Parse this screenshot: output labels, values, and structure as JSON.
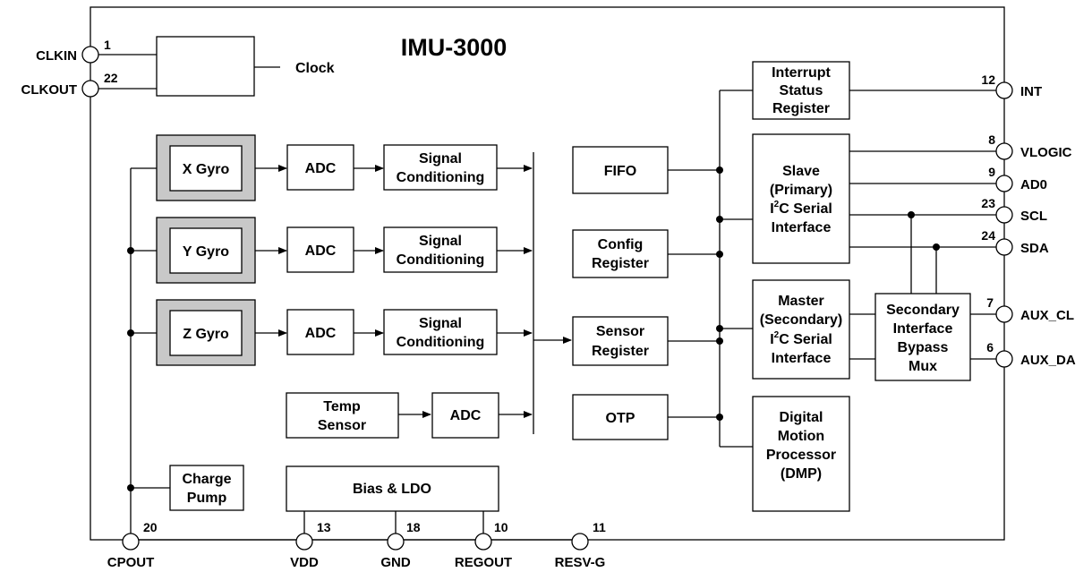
{
  "title": "IMU-3000",
  "blocks": {
    "clock": "Clock",
    "x_gyro": "X Gyro",
    "y_gyro": "Y Gyro",
    "z_gyro": "Z Gyro",
    "adc": "ADC",
    "signal_conditioning": [
      "Signal",
      "Conditioning"
    ],
    "temp_sensor": [
      "Temp",
      "Sensor"
    ],
    "charge_pump": [
      "Charge",
      "Pump"
    ],
    "bias_ldo": "Bias & LDO",
    "fifo": "FIFO",
    "config_register": [
      "Config",
      "Register"
    ],
    "sensor_register": [
      "Sensor",
      "Register"
    ],
    "otp": "OTP",
    "interrupt_status_register": [
      "Interrupt",
      "Status",
      "Register"
    ],
    "slave_interface": [
      "Slave",
      "(Primary)",
      "I",
      "2",
      "C Serial",
      "Interface"
    ],
    "master_interface": [
      "Master",
      "(Secondary)",
      "I",
      "2",
      "C Serial",
      "Interface"
    ],
    "bypass_mux": [
      "Secondary",
      "Interface",
      "Bypass",
      "Mux"
    ],
    "dmp": [
      "Digital",
      "Motion",
      "Processor",
      "(DMP)"
    ]
  },
  "pins": {
    "clkin": {
      "name": "CLKIN",
      "number": "1"
    },
    "clkout": {
      "name": "CLKOUT",
      "number": "22"
    },
    "int": {
      "name": "INT",
      "number": "12"
    },
    "vlogic": {
      "name": "VLOGIC",
      "number": "8"
    },
    "ad0": {
      "name": "AD0",
      "number": "9"
    },
    "scl": {
      "name": "SCL",
      "number": "23"
    },
    "sda": {
      "name": "SDA",
      "number": "24"
    },
    "aux_cl": {
      "name": "AUX_CL",
      "number": "7"
    },
    "aux_da": {
      "name": "AUX_DA",
      "number": "6"
    },
    "cpout": {
      "name": "CPOUT",
      "number": "20"
    },
    "vdd": {
      "name": "VDD",
      "number": "13"
    },
    "gnd": {
      "name": "GND",
      "number": "18"
    },
    "regout": {
      "name": "REGOUT",
      "number": "10"
    },
    "resv_g": {
      "name": "RESV-G",
      "number": "11"
    }
  }
}
